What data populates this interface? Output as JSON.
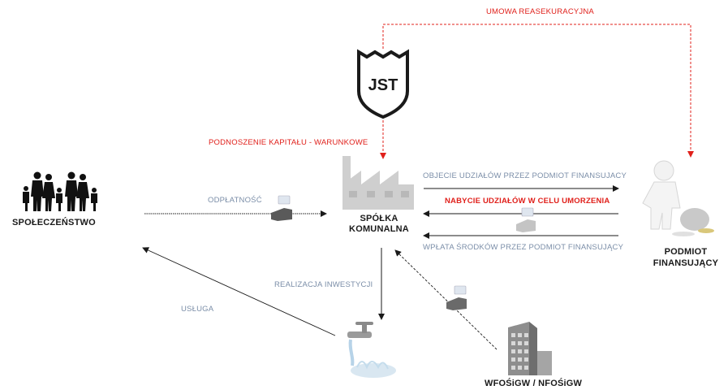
{
  "labels": {
    "umowa": "UMOWA REASEKURACYJNA",
    "jst": "JST",
    "podnoszenie": "PODNOSZENIE KAPITAŁU - WARUNKOWE",
    "spolka_line1": "SPÓŁKA",
    "spolka_line2": "KOMUNALNA",
    "spoleczenstwo": "SPOŁECZEŃSTWO",
    "odplatnosc": "ODPŁATNOŚĆ",
    "objecie": "OBJECIE UDZIAŁÓW PRZEZ  PODMIOT FINANSUJACY",
    "nabycie": "NABYCIE UDZIAŁÓW W CELU UMORZENIA",
    "wplata": "WPŁATA ŚRODKÓW PRZEZ PODMIOT FINANSUJĄCY",
    "podmiot_line1": "PODMIOT",
    "podmiot_line2": "FINANSUJĄCY",
    "realizacja": "REALIZACJA INWESTYCJI",
    "usluga": "USŁUGA",
    "wfosigw": "WFOŚiGW / NFOŚiGW"
  },
  "colors": {
    "red": "#e0201b",
    "blue_text": "#7b8ea8",
    "dark": "#1a1a1a",
    "gray_icon": "#c8c8c8"
  },
  "icons": [
    "shield-icon",
    "factory-icon",
    "people-icon",
    "money-hand-icon",
    "person-money-icon",
    "building-icon",
    "water-tap-icon"
  ]
}
